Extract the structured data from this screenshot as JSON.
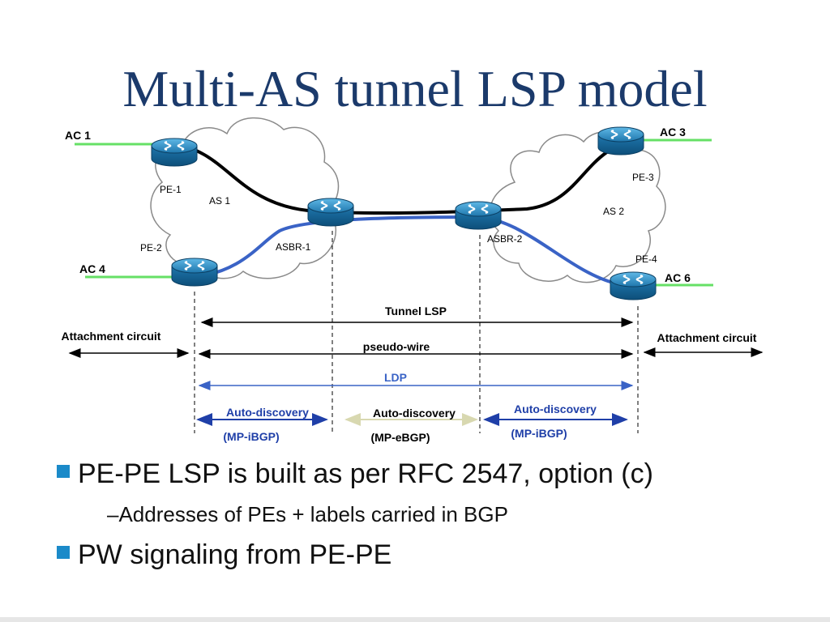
{
  "title": "Multi-AS tunnel LSP model",
  "labels": {
    "ac1": "AC 1",
    "ac3": "AC 3",
    "ac4": "AC 4",
    "ac6": "AC 6",
    "pe1": "PE-1",
    "pe2": "PE-2",
    "pe3": "PE-3",
    "pe4": "PE-4",
    "as1": "AS 1",
    "as2": "AS 2",
    "asbr1": "ASBR-1",
    "asbr2": "ASBR-2",
    "tunnel_lsp": "Tunnel LSP",
    "attachment_left": "Attachment circuit",
    "attachment_right": "Attachment circuit",
    "pseudo_wire": "pseudo-wire",
    "ldp": "LDP",
    "autodisc1": "Auto-discovery",
    "autodisc2": "Auto-discovery",
    "autodisc3": "Auto-discovery",
    "mp_ibgp_left": "(MP-iBGP)",
    "mp_ebgp": "(MP-eBGP)",
    "mp_ibgp_right": "(MP-iBGP)"
  },
  "bullets": [
    {
      "text": "PE-PE LSP is built as per RFC 2547, option (c)"
    },
    {
      "text": "–Addresses of PEs + labels carried in BGP"
    },
    {
      "text": "PW signaling from PE-PE"
    }
  ],
  "colors": {
    "title": "#1b3a6b",
    "ac_line": "#66e066",
    "tunnel_path": "#000000",
    "pw_path": "#3a63c6",
    "ldp": "#3a63c6",
    "autodisc_blue": "#1f3fa8",
    "autodisc_beige": "#d8d8b0",
    "bullet": "#1b8ac9",
    "router": "#2a7fb3"
  }
}
